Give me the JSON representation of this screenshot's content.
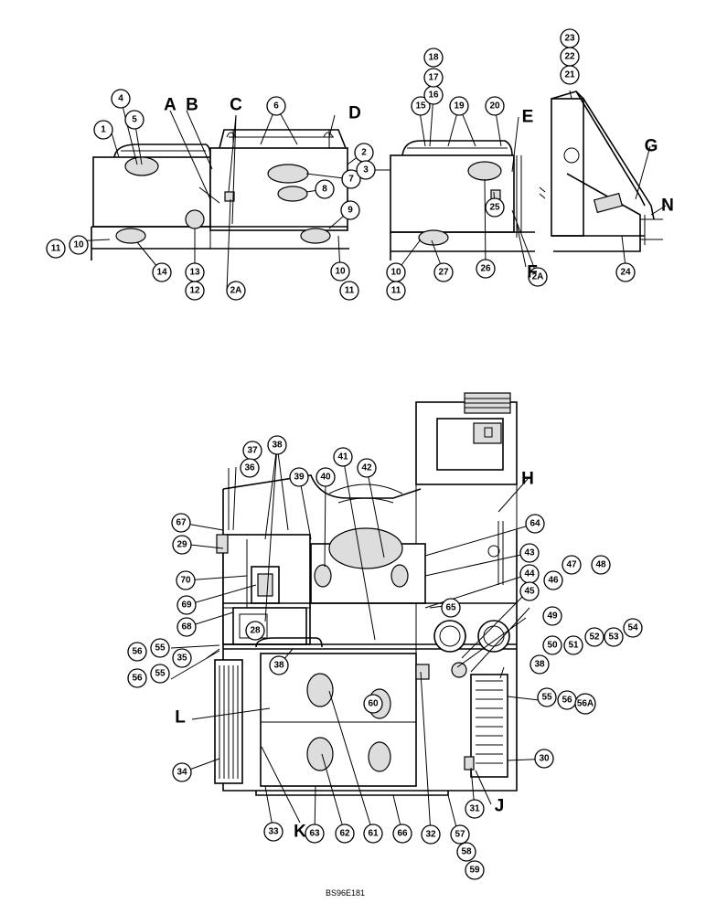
{
  "drawing_code": "BS96E181",
  "part_callouts": [
    "1",
    "2",
    "2A",
    "3",
    "4",
    "5",
    "6",
    "7",
    "8",
    "9",
    "10",
    "11",
    "12",
    "13",
    "14",
    "15",
    "16",
    "17",
    "18",
    "19",
    "20",
    "21",
    "22",
    "23",
    "24",
    "25",
    "26",
    "27",
    "28",
    "29",
    "30",
    "31",
    "32",
    "33",
    "34",
    "35",
    "36",
    "37",
    "38",
    "39",
    "40",
    "41",
    "42",
    "43",
    "44",
    "45",
    "46",
    "47",
    "48",
    "49",
    "50",
    "51",
    "52",
    "53",
    "54",
    "55",
    "56",
    "56A",
    "57",
    "58",
    "59",
    "60",
    "61",
    "62",
    "63",
    "64",
    "65",
    "66",
    "67",
    "68",
    "69",
    "70"
  ],
  "view_letters": [
    "A",
    "B",
    "C",
    "D",
    "E",
    "F",
    "G",
    "H",
    "J",
    "K",
    "L",
    "N"
  ]
}
